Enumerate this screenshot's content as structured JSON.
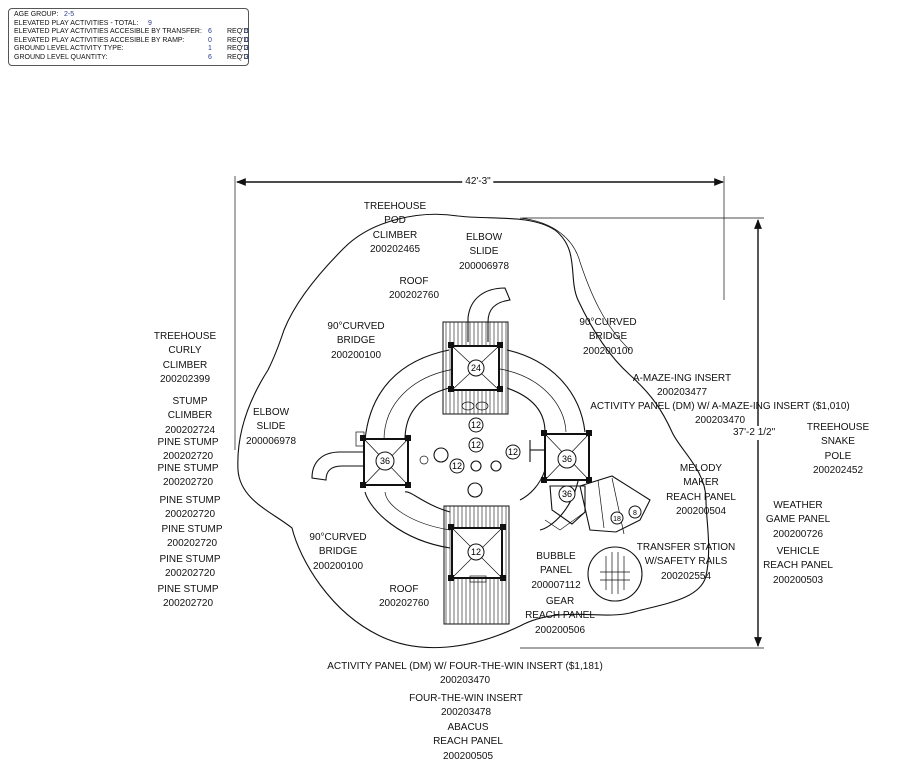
{
  "info": {
    "age_group_label": "AGE GROUP:",
    "age_group_value": "2-5",
    "total_label": "ELEVATED PLAY ACTIVITIES - TOTAL:",
    "total_value": "9",
    "transfer_label": "ELEVATED PLAY ACTIVITIES ACCESIBLE BY TRANSFER:",
    "transfer_value": "6",
    "transfer_req_label": "REQ'D",
    "transfer_req_value": "5",
    "ramp_label": "ELEVATED PLAY ACTIVITIES ACCESIBLE BY RAMP:",
    "ramp_value": "0",
    "ramp_req_label": "REQ'D",
    "ramp_req_value": "0",
    "ground_type_label": "GROUND LEVEL ACTIVITY TYPE:",
    "ground_type_value": "1",
    "ground_type_req_label": "REQ'D",
    "ground_type_req_value": "3",
    "ground_qty_label": "GROUND LEVEL QUANTITY:",
    "ground_qty_value": "6",
    "ground_qty_req_label": "REQ'D",
    "ground_qty_req_value": "3"
  },
  "dimensions": {
    "width": "42'-3\"",
    "depth": "37'-2 1/2\""
  },
  "deck_heights": {
    "top": "24",
    "left": "36",
    "right": "36",
    "right_low": "36",
    "bottom": "12",
    "ground_a": "12",
    "ground_b": "12",
    "ground_c": "12",
    "ground_d": "12",
    "ground_e": "12",
    "step_a": "18",
    "step_b": "8"
  },
  "labels": {
    "treehouse_pod": [
      "TREEHOUSE",
      "POD",
      "CLIMBER",
      "200202465"
    ],
    "elbow_slide_top": [
      "ELBOW",
      "SLIDE",
      "200006978"
    ],
    "roof_top": [
      "ROOF",
      "200202760"
    ],
    "curved_bridge_tl": [
      "90°CURVED",
      "BRIDGE",
      "200200100"
    ],
    "curved_bridge_tr": [
      "90°CURVED",
      "BRIDGE",
      "200200100"
    ],
    "amaze_insert": [
      "A-MAZE-ING INSERT",
      "200203477"
    ],
    "activity_panel_amaze": [
      "ACTIVITY PANEL (DM) W/ A-MAZE-ING INSERT ($1,010)",
      "200203470"
    ],
    "treehouse_curly": [
      "TREEHOUSE",
      "CURLY",
      "CLIMBER",
      "200202399"
    ],
    "stump_climber": [
      "STUMP",
      "CLIMBER",
      "200202724"
    ],
    "pine_stumps": [
      [
        "PINE STUMP",
        "200202720"
      ],
      [
        "PINE STUMP",
        "200202720"
      ],
      [
        "PINE STUMP",
        "200202720"
      ],
      [
        "PINE STUMP",
        "200202720"
      ],
      [
        "PINE STUMP",
        "200202720"
      ],
      [
        "PINE STUMP",
        "200202720"
      ]
    ],
    "elbow_slide_left": [
      "ELBOW",
      "SLIDE",
      "200006978"
    ],
    "treehouse_snake": [
      "TREEHOUSE",
      "SNAKE",
      "POLE",
      "200202452"
    ],
    "melody_maker": [
      "MELODY",
      "MAKER",
      "REACH PANEL",
      "200200504"
    ],
    "weather_game": [
      "WEATHER",
      "GAME PANEL",
      "200200726"
    ],
    "vehicle_reach": [
      "VEHICLE",
      "REACH PANEL",
      "200200503"
    ],
    "transfer_station": [
      "TRANSFER STATION",
      "W/SAFETY RAILS",
      "200202554"
    ],
    "bubble_panel": [
      "BUBBLE",
      "PANEL",
      "200007112"
    ],
    "gear_reach": [
      "GEAR",
      "REACH PANEL",
      "200200506"
    ],
    "curved_bridge_bl": [
      "90°CURVED",
      "BRIDGE",
      "200200100"
    ],
    "roof_bottom": [
      "ROOF",
      "200202760"
    ],
    "activity_panel_four": [
      "ACTIVITY PANEL (DM) W/ FOUR-THE-WIN INSERT ($1,181)",
      "200203470"
    ],
    "four_the_win": [
      "FOUR-THE-WIN INSERT",
      "200203478"
    ],
    "abacus": [
      "ABACUS",
      "REACH PANEL",
      "200200505"
    ]
  }
}
